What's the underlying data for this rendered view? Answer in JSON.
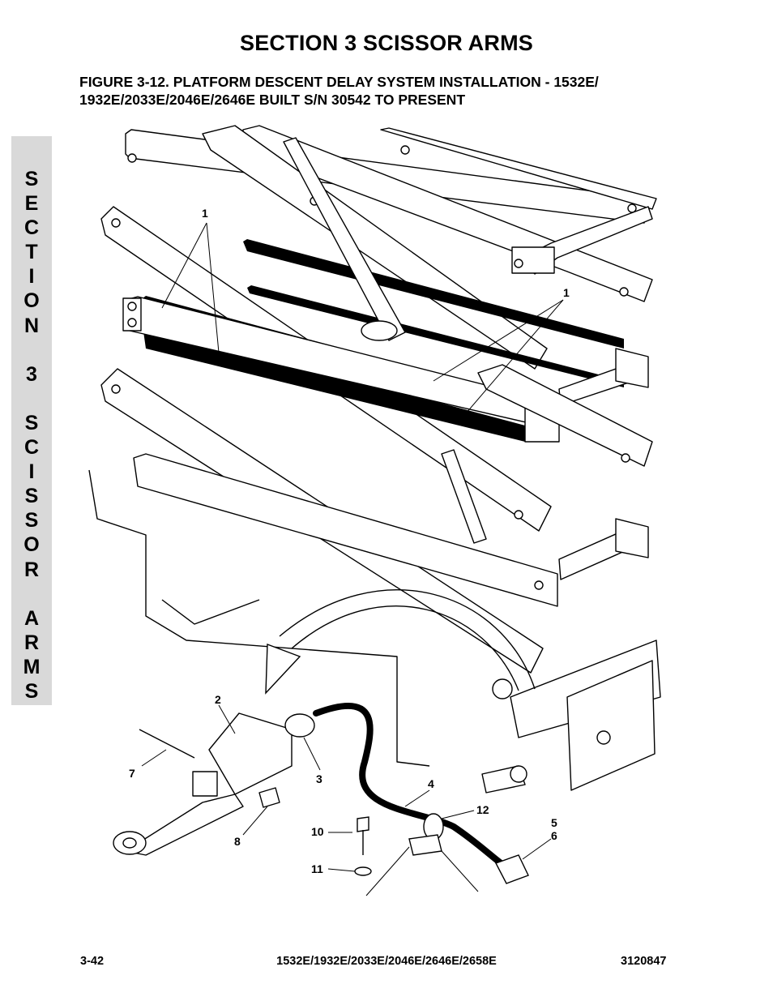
{
  "section_title": "SECTION 3   SCISSOR ARMS",
  "figure": {
    "caption_line1": "FIGURE 3-12.  PLATFORM DESCENT DELAY SYSTEM INSTALLATION - 1532E/",
    "caption_line2": "1932E/2033E/2046E/2646E BUILT S/N 30542 TO PRESENT"
  },
  "side_tab": {
    "text": "S\nE\nC\nT\nI\nO\nN\n \n3\n \nS\nC\nI\nS\nS\nO\nR\n \nA\nR\nM\nS"
  },
  "callouts": {
    "c1a": "1",
    "c1b": "1",
    "c2": "2",
    "c3": "3",
    "c4": "4",
    "c5": "5",
    "c6": "6",
    "c7": "7",
    "c8": "8",
    "c10": "10",
    "c11": "11",
    "c12": "12"
  },
  "footer": {
    "page_number": "3-42",
    "models": "1532E/1932E/2033E/2046E/2646E/2658E",
    "doc_number": "3120847"
  }
}
